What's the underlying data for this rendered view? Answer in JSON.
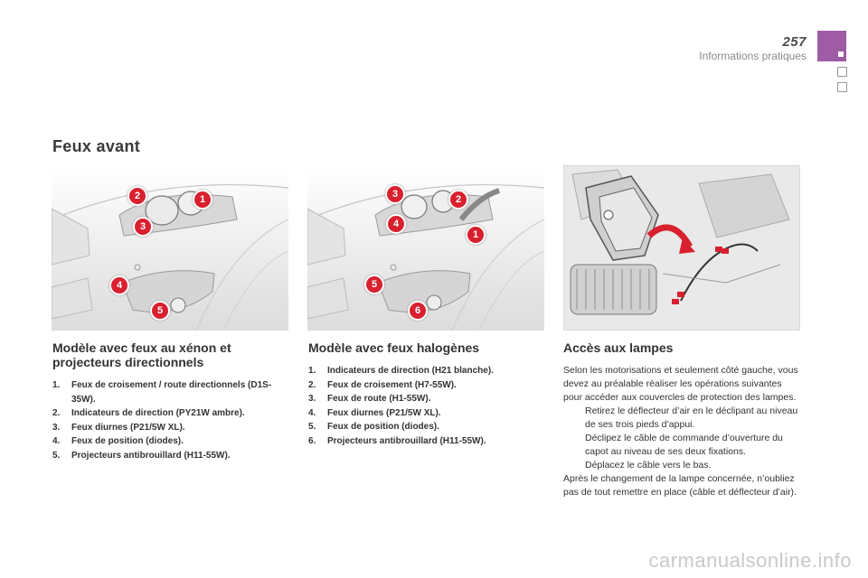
{
  "header": {
    "page_number": "257",
    "section": "Informations pratiques"
  },
  "title": "Feux avant",
  "xenon": {
    "title": "Modèle avec feux au xénon et projecteurs directionnels",
    "items": [
      {
        "num": "1.",
        "text": "Feux de croisement / route directionnels (D1S-35W)."
      },
      {
        "num": "2.",
        "text": "Indicateurs de direction (PY21W ambre)."
      },
      {
        "num": "3.",
        "text": "Feux diurnes (P21/5W XL)."
      },
      {
        "num": "4.",
        "text": "Feux de position (diodes)."
      },
      {
        "num": "5.",
        "text": "Projecteurs antibrouillard (H11-55W)."
      }
    ],
    "callouts": [
      "1",
      "2",
      "3",
      "4",
      "5"
    ]
  },
  "halogen": {
    "title": "Modèle avec feux halogènes",
    "items": [
      {
        "num": "1.",
        "text": "Indicateurs de direction (H21 blanche)."
      },
      {
        "num": "2.",
        "text": "Feux de croisement (H7-55W)."
      },
      {
        "num": "3.",
        "text": "Feux de route (H1-55W)."
      },
      {
        "num": "4.",
        "text": "Feux diurnes (P21/5W XL)."
      },
      {
        "num": "5.",
        "text": "Feux de position (diodes)."
      },
      {
        "num": "6.",
        "text": "Projecteurs antibrouillard (H11-55W)."
      }
    ],
    "callouts": [
      "1",
      "2",
      "3",
      "4",
      "5",
      "6"
    ]
  },
  "access": {
    "title": "Accès aux lampes",
    "intro": "Selon les motorisations et seulement côté gauche, vous devez au préalable réaliser les opérations suivantes pour accéder aux couvercles de protection des lampes.",
    "bullets": [
      "Retirez le déflecteur d’air en le déclipant au niveau de ses trois pieds d’appui.",
      "Déclipez le câble de commande d’ouverture du capot au niveau de ses deux fixations.",
      "Déplacez le câble vers le bas."
    ],
    "outro": "Après le changement de la lampe concernée, n’oubliez pas de tout remettre en place (câble et déflecteur d’air)."
  },
  "bullet_glyph": "",
  "watermark": "carmanualsonline.info",
  "colors": {
    "accent": "#9e5ba6",
    "callout": "#d9202e"
  }
}
